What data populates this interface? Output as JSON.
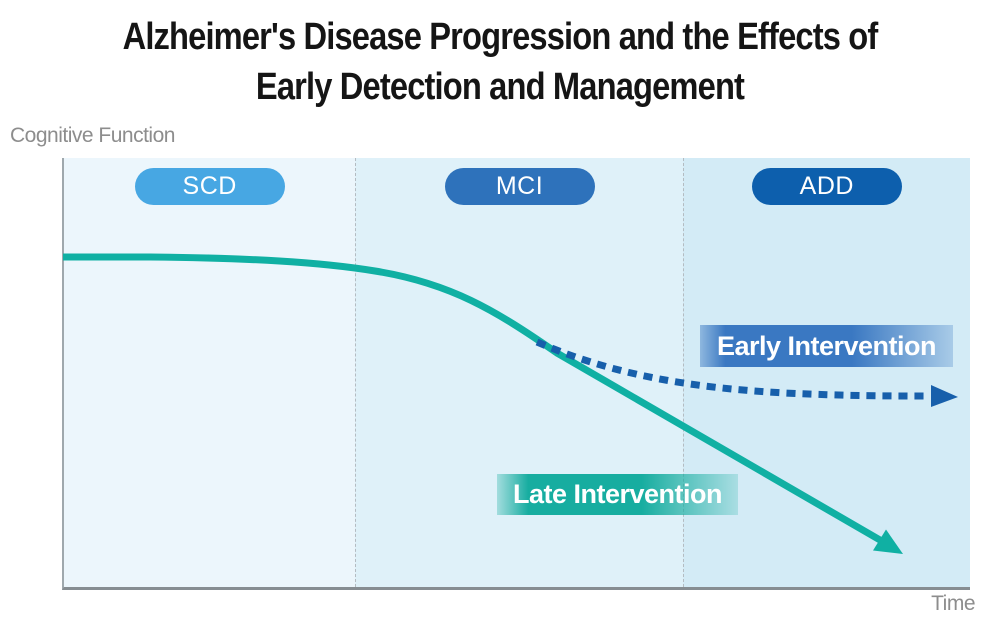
{
  "title": {
    "line1": "Alzheimer's Disease Progression and the Effects of",
    "line2": "Early Detection and Management"
  },
  "axes": {
    "y_label": "Cognitive Function",
    "x_label": "Time"
  },
  "stages": [
    {
      "label": "SCD",
      "pill_color": "#47a7e3",
      "region_bg": "#ecf6fc"
    },
    {
      "label": "MCI",
      "pill_color": "#2e72bb",
      "region_bg": "#dff1f9"
    },
    {
      "label": "ADD",
      "pill_color": "#0d5fad",
      "region_bg": "#d3ebf6"
    }
  ],
  "annotations": {
    "early": {
      "label": "Early Intervention",
      "color": "#3a78c2"
    },
    "late": {
      "label": "Late Intervention",
      "color": "#17ada0"
    }
  },
  "colors": {
    "late_line": "#10b0a3",
    "early_line": "#175fab",
    "axis_left": "#9fa8ad",
    "axis_bottom": "#868d92",
    "divider": "#b4bcc2",
    "title_text": "#151515",
    "axis_label_text": "#8d8d8d"
  },
  "chart_data": {
    "type": "line",
    "title": "Alzheimer's Disease Progression and the Effects of Early Detection and Management",
    "xlabel": "Time",
    "ylabel": "Cognitive Function",
    "xlim": [
      0,
      10
    ],
    "ylim": [
      0,
      100
    ],
    "grid": false,
    "legend_position": "inline-labels",
    "axis_ticks": "none (conceptual diagram; values estimated on 0-100 cognition scale over 0-10 time units)",
    "stages": [
      {
        "label": "SCD",
        "x_start": 0,
        "x_end": 3.2
      },
      {
        "label": "MCI",
        "x_start": 3.2,
        "x_end": 6.8
      },
      {
        "label": "ADD",
        "x_start": 6.8,
        "x_end": 10
      }
    ],
    "series": [
      {
        "name": "Late Intervention",
        "style": "solid",
        "color": "#10b0a3",
        "arrow_end": true,
        "points": [
          [
            0,
            77
          ],
          [
            1,
            77
          ],
          [
            2,
            77
          ],
          [
            3.2,
            75
          ],
          [
            4,
            72
          ],
          [
            4.7,
            65
          ],
          [
            5.2,
            57
          ],
          [
            6,
            48
          ],
          [
            6.8,
            37
          ],
          [
            8,
            23
          ],
          [
            9,
            10
          ],
          [
            9.3,
            8
          ]
        ]
      },
      {
        "name": "Early Intervention",
        "style": "dashed",
        "color": "#175fab",
        "arrow_end": true,
        "branches_from": "Late Intervention at x=5.2",
        "points": [
          [
            5.2,
            57
          ],
          [
            6,
            50
          ],
          [
            6.8,
            47
          ],
          [
            7.5,
            45.5
          ],
          [
            8.6,
            44.7
          ],
          [
            9.9,
            44
          ]
        ]
      }
    ]
  }
}
